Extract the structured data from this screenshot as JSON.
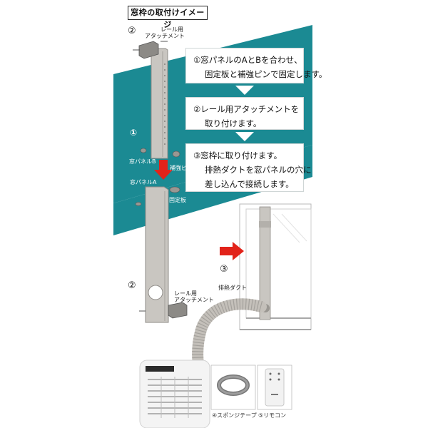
{
  "title": "窓枠の取付けイメージ",
  "steps": [
    {
      "line1": "①窓パネルのAとBを合わせ、",
      "line2": "固定板と補強ピンで固定します。"
    },
    {
      "line1": "②レール用アタッチメントを",
      "line2": "取り付けます。"
    },
    {
      "line1": "③窓枠に取り付けます。",
      "line2": "排熱ダクトを窓パネルの穴に",
      "line3": "差し込んで接続します。"
    }
  ],
  "labels": {
    "rail_attachment_line1": "レール用",
    "rail_attachment_line2": "アタッチメント",
    "panel_b": "窓パネルB",
    "reinforcing_pin": "補強ピン",
    "panel_a": "窓パネルA",
    "fixing_plate": "固定板",
    "exhaust_duct": "排熱ダクト",
    "sponge_tape": "④スポンジテープ",
    "remote": "⑤リモコン"
  },
  "markers": {
    "two": "②",
    "one": "①",
    "three": "③"
  },
  "colors": {
    "teal": "#1b8a93",
    "panel": "#c9c6c1",
    "arrow_red": "#e2231a",
    "arrow_white": "#ffffff"
  }
}
